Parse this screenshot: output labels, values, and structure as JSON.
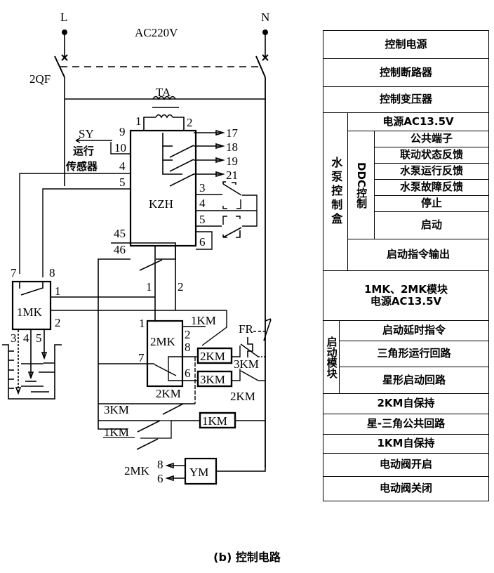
{
  "circuit": {
    "supply": {
      "line_label": "L",
      "neutral_label": "N",
      "voltage_label": "AC220V",
      "breaker_label": "2QF"
    },
    "transformer": {
      "label": "TA",
      "pin1": "1",
      "pin2": "2"
    },
    "kzh": {
      "label": "KZH",
      "left_pins": [
        "9",
        "10",
        "4",
        "5",
        "45",
        "46"
      ],
      "outputs": [
        "17",
        "18",
        "19",
        "21"
      ],
      "right_pins": [
        "3",
        "4",
        "5",
        "6"
      ],
      "bottom_pins": [
        "1",
        "2"
      ]
    },
    "sensor": {
      "sy_label": "SY",
      "line1": "运行",
      "line2": "传感器"
    },
    "mk1": {
      "label": "1MK",
      "pins_top": [
        "7",
        "8"
      ],
      "pins_right": [
        "1",
        "2"
      ],
      "pins_bottom": [
        "3",
        "4",
        "5"
      ]
    },
    "mk2": {
      "label": "2MK",
      "pins": [
        "1",
        "2",
        "8",
        "7",
        "6"
      ]
    },
    "fr_label": "FR",
    "contactors": {
      "km1_contact": "1KM",
      "km2_coil": "2KM",
      "km3_coil": "3KM",
      "km3_contact": "3KM",
      "km2_contact_a": "2KM",
      "km2_contact_b": "2KM",
      "km3_contact_b": "3KM",
      "km1_contact_b": "1KM",
      "km1_coil": "1KM"
    },
    "valve": {
      "label": "YM",
      "ref": "2MK",
      "pin8": "8",
      "pin6": "6"
    }
  },
  "table": {
    "rows": [
      {
        "label": "控制电源"
      },
      {
        "label": "控制断路器"
      },
      {
        "label": "控制变压器"
      }
    ],
    "pump_box": {
      "group_label": "水泵控制盒",
      "power": "电源AC13.5V",
      "ddc_label": "DDC控制",
      "ddc_items": [
        "公共端子",
        "联动状态反馈",
        "水泵运行反馈",
        "水泵故障反馈",
        "停止",
        "启动"
      ],
      "start_output": "启动指令输出"
    },
    "module_power": {
      "line1": "1MK、2MK模块",
      "line2": "电源AC13.5V"
    },
    "start_module": {
      "group_label": "启动模块",
      "items": [
        "启动延时指令",
        "三角形运行回路",
        "星形启动回路"
      ]
    },
    "tail_rows": [
      "2KM自保持",
      "星-三角公共回路",
      "1KM自保持",
      "电动阀开启",
      "电动阀关闭"
    ]
  },
  "caption": "(b) 控制电路"
}
